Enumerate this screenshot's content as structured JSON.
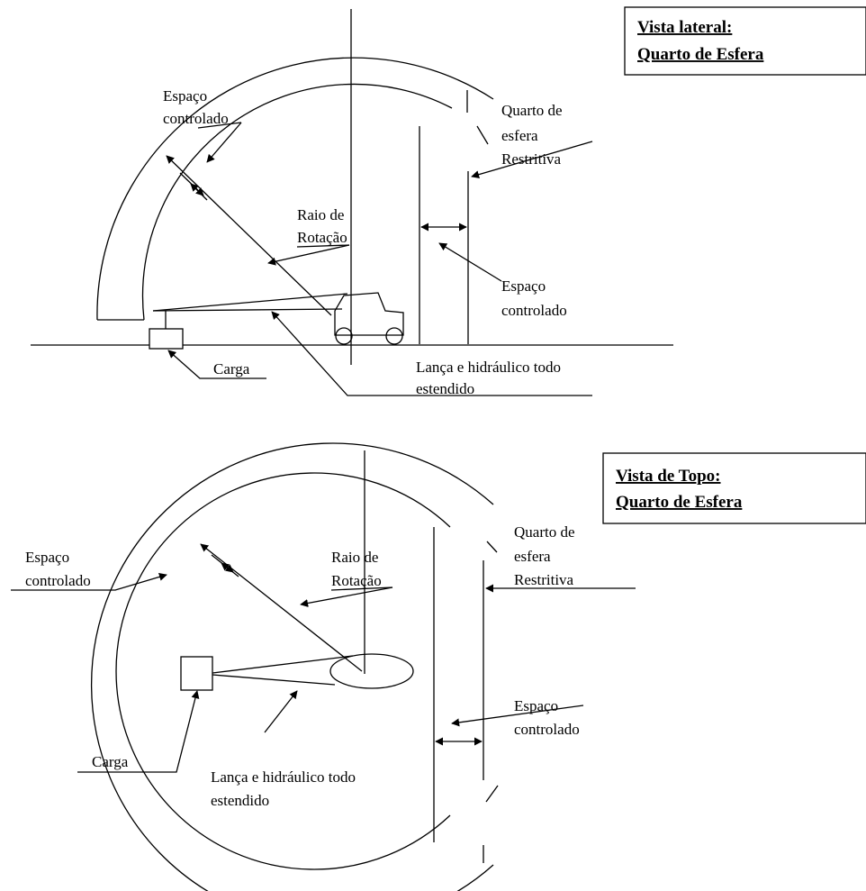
{
  "side_view": {
    "title_line1": "Vista lateral:",
    "title_line2": "Quarto de Esfera",
    "controlled_space_1": "Espaço",
    "controlled_space_2": "controlado",
    "restrictive_1": "Quarto de",
    "restrictive_2": "esfera",
    "restrictive_3": "Restritiva",
    "radius_1": "Raio de",
    "radius_2": "Rotação",
    "controlled_space_b1": "Espaço",
    "controlled_space_b2": "controlado",
    "load": "Carga",
    "boom_1": "Lança e hidráulico todo",
    "boom_2": "estendido"
  },
  "top_view": {
    "title_line1": "Vista de Topo:",
    "title_line2": "Quarto de Esfera",
    "controlled_space_1": "Espaço",
    "controlled_space_2": "controlado",
    "radius_1": "Raio de",
    "radius_2": "Rotação",
    "restrictive_1": "Quarto de",
    "restrictive_2": "esfera",
    "restrictive_3": "Restritiva",
    "controlled_space_b1": "Espaço",
    "controlled_space_b2": "controlado",
    "load": "Carga",
    "boom_1": "Lança e hidráulico todo",
    "boom_2": "estendido"
  }
}
